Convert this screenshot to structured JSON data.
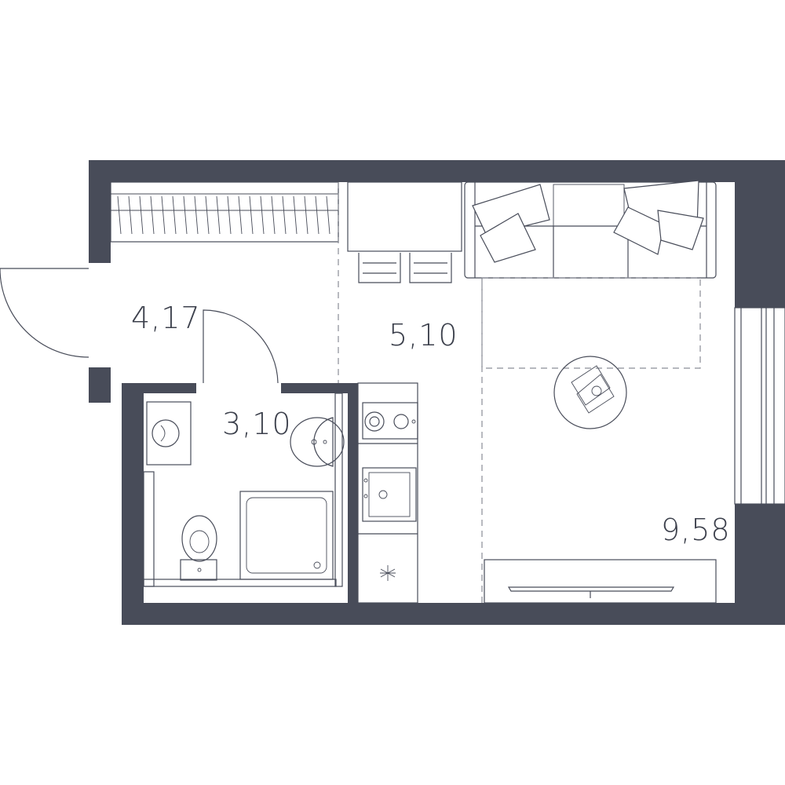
{
  "rooms": [
    {
      "id": "hall",
      "area": "4,17"
    },
    {
      "id": "bathroom",
      "area": "3,10"
    },
    {
      "id": "kitchen",
      "area": "5,10"
    },
    {
      "id": "living",
      "area": "9,58"
    }
  ],
  "colors": {
    "walls": "#484c59",
    "background": "#ffffff",
    "dashed_zones": "#8a8d96"
  },
  "icons": [
    "door-swing-icon",
    "wardrobe-icon",
    "bar-stool-icon",
    "sofa-icon",
    "pillow-icon",
    "coffee-table-icon",
    "washing-machine-icon",
    "sink-icon",
    "toilet-icon",
    "shower-tray-icon",
    "cooktop-icon",
    "kitchen-sink-icon",
    "fridge-icon",
    "tv-icon",
    "window-icon"
  ]
}
